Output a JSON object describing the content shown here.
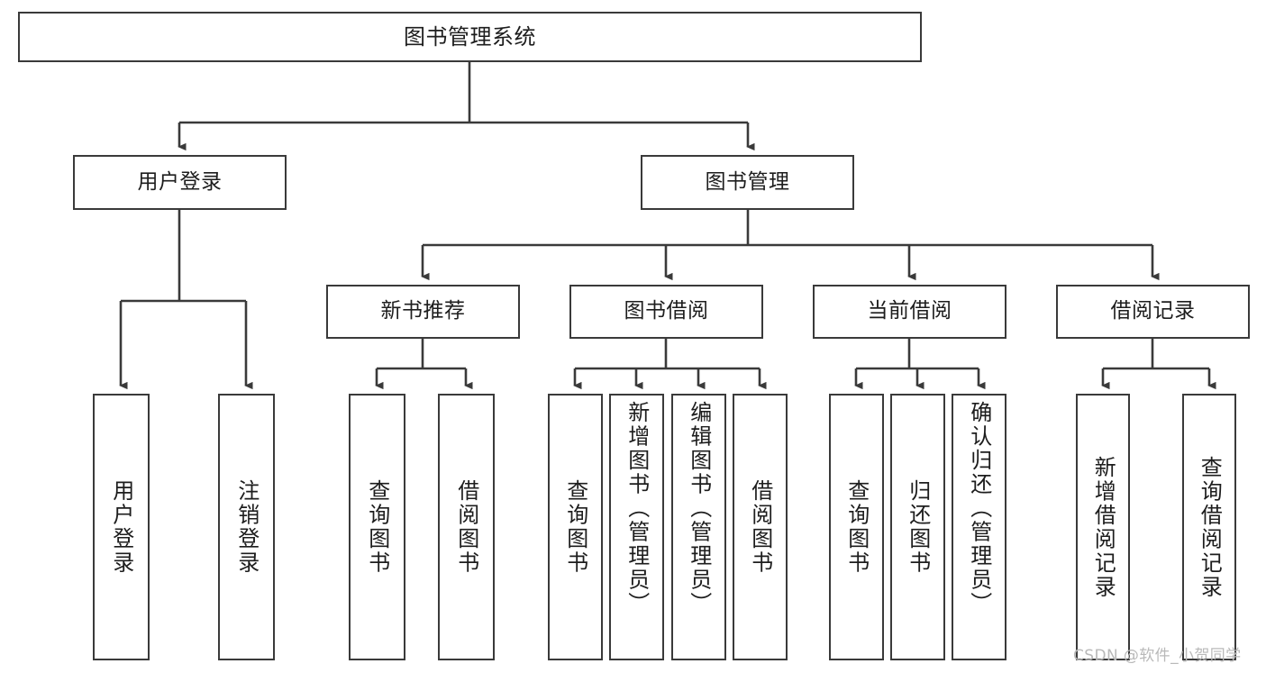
{
  "diagram": {
    "title": "图书管理系统",
    "type": "tree",
    "colors": {
      "node_border": "#3a3a3a",
      "node_fill": "#ffffff",
      "edge": "#3a3a3a",
      "text": "#1d1d1d",
      "watermark": "#b9b9b9",
      "background": "#ffffff"
    },
    "root": {
      "label": "图书管理系统"
    },
    "level2": [
      {
        "label": "用户登录"
      },
      {
        "label": "图书管理"
      }
    ],
    "level3": [
      {
        "label": "新书推荐"
      },
      {
        "label": "图书借阅"
      },
      {
        "label": "当前借阅"
      },
      {
        "label": "借阅记录"
      }
    ],
    "leaves": {
      "user_login": [
        {
          "label": "用户登录"
        },
        {
          "label": "注销登录"
        }
      ],
      "new_book_recommend": [
        {
          "label": "查询图书"
        },
        {
          "label": "借阅图书"
        }
      ],
      "book_borrow": [
        {
          "label": "查询图书"
        },
        {
          "label": "新增图书（管理员）"
        },
        {
          "label": "编辑图书（管理员）"
        },
        {
          "label": "借阅图书"
        }
      ],
      "current_borrow": [
        {
          "label": "查询图书"
        },
        {
          "label": "归还图书"
        },
        {
          "label": "确认归还（管理员）"
        }
      ],
      "borrow_record": [
        {
          "label": "新增借阅记录"
        },
        {
          "label": "查询借阅记录"
        }
      ]
    },
    "watermark": "CSDN @软件_小贺同学"
  }
}
